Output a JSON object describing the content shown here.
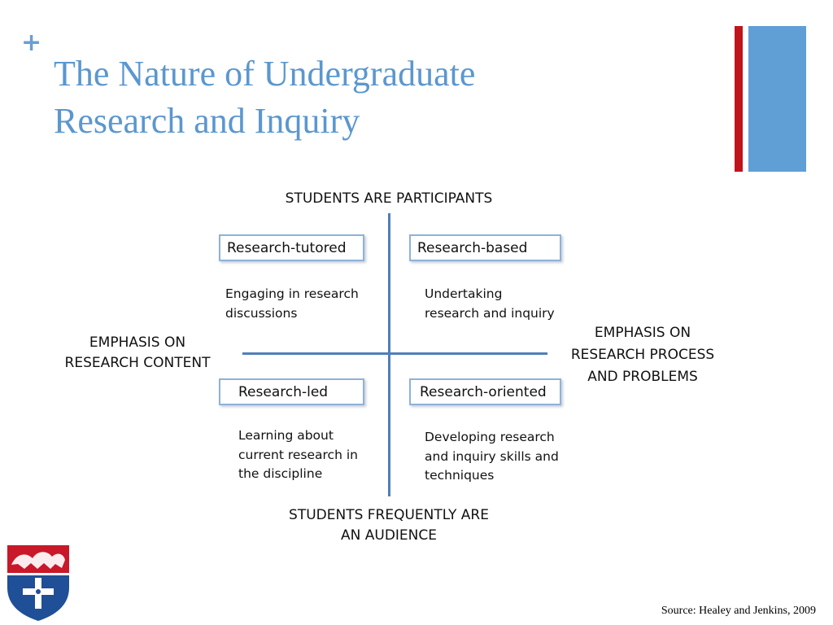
{
  "slide": {
    "bullet": "+",
    "title_line1": "The Nature of Undergraduate",
    "title_line2": "Research and Inquiry",
    "source": "Source: Healey and Jenkins, 2009"
  },
  "diagram": {
    "axis_top": "STUDENTS ARE PARTICIPANTS",
    "axis_bottom_line1": "STUDENTS FREQUENTLY ARE",
    "axis_bottom_line2": "AN AUDIENCE",
    "axis_left_line1": "EMPHASIS ON",
    "axis_left_line2": "RESEARCH CONTENT",
    "axis_right_line1": "EMPHASIS ON",
    "axis_right_line2": "RESEARCH PROCESS",
    "axis_right_line3": "AND PROBLEMS",
    "quadrants": {
      "top_left": {
        "label": "Research-tutored",
        "description": "Engaging in research\ndiscussions"
      },
      "top_right": {
        "label": "Research-based",
        "description": "Undertaking\nresearch and inquiry"
      },
      "bottom_left": {
        "label": "Research-led",
        "description": "Learning about\ncurrent research in\nthe discipline"
      },
      "bottom_right": {
        "label": "Research-oriented",
        "description": "Developing research\nand inquiry skills and\ntechniques"
      }
    }
  },
  "colors": {
    "title": "#5b97cf",
    "accent_red": "#c0141c",
    "accent_blue": "#5f9fd6",
    "axis": "#4f7fb8",
    "box_border": "#8fb2d8"
  },
  "icons": {
    "crest": "university-crest-icon"
  }
}
